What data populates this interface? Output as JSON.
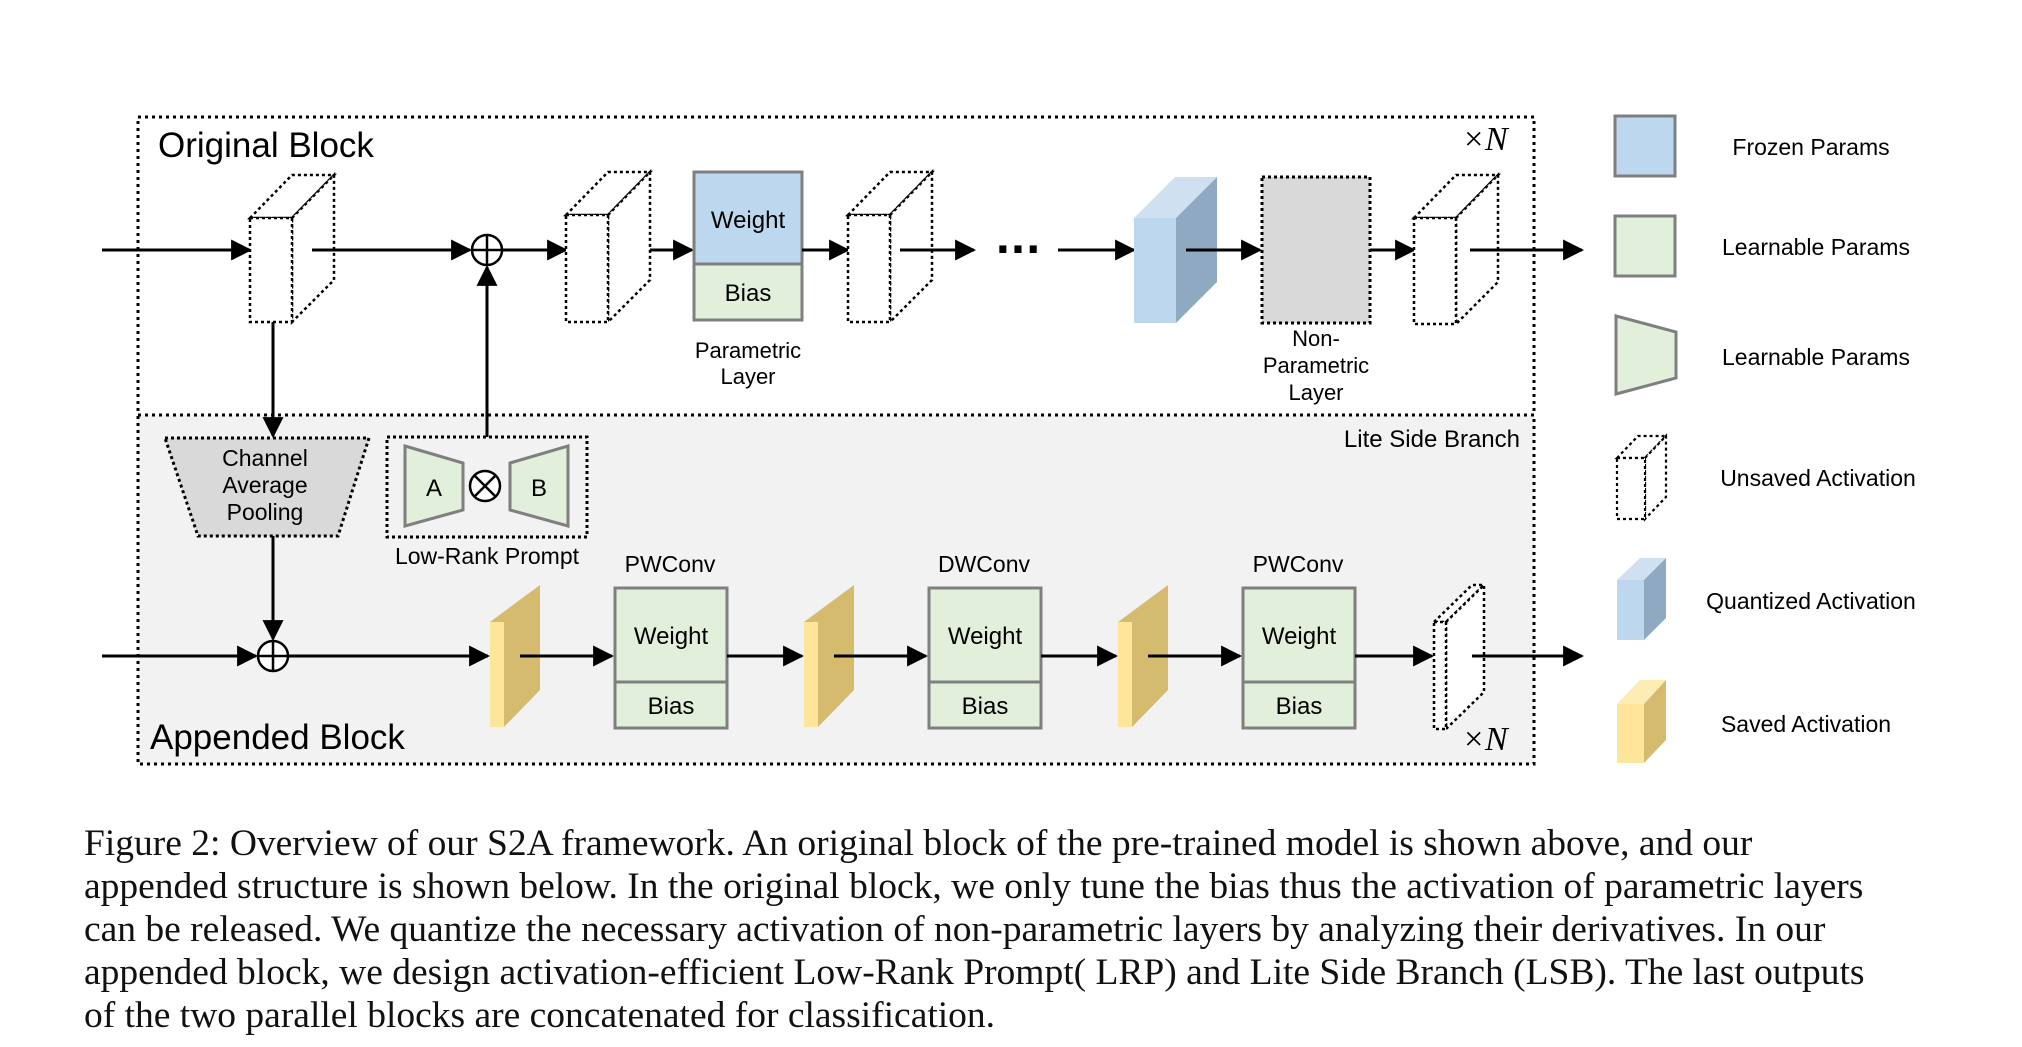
{
  "diagram": {
    "original_block": {
      "title": "Original Block",
      "repeat": "×N",
      "param_layer": {
        "weight": "Weight",
        "bias": "Bias",
        "label_l1": "Parametric",
        "label_l2": "Layer"
      },
      "nonparam_layer": {
        "label_l1": "Non-",
        "label_l2": "Parametric",
        "label_l3": "Layer"
      },
      "ellipsis": "···"
    },
    "appended_block": {
      "title": "Appended Block",
      "repeat": "×N",
      "branch_label": "Lite Side Branch",
      "pooling": {
        "l1": "Channel",
        "l2": "Average",
        "l3": "Pooling"
      },
      "lrp": {
        "a": "A",
        "b": "B",
        "label": "Low-Rank Prompt"
      },
      "convs": [
        {
          "name": "PWConv",
          "weight": "Weight",
          "bias": "Bias"
        },
        {
          "name": "DWConv",
          "weight": "Weight",
          "bias": "Bias"
        },
        {
          "name": "PWConv",
          "weight": "Weight",
          "bias": "Bias"
        }
      ]
    },
    "legend": [
      {
        "label": "Frozen Params"
      },
      {
        "label": "Learnable Params"
      },
      {
        "label": "Learnable Params"
      },
      {
        "label": "Unsaved Activation"
      },
      {
        "label": "Quantized Activation"
      },
      {
        "label": "Saved Activation"
      }
    ],
    "colors": {
      "frozen": "#bdd7ee",
      "learnable": "#e2efda",
      "saved": "#fde599",
      "saved_side": "#d4bb6e",
      "quantized_side": "#8ea9c1",
      "nonparam": "#d9d9d9",
      "branch_bg": "#f2f2f2",
      "pooling_bg": "#d9d9d9"
    }
  },
  "caption": {
    "lines": [
      "Figure 2: Overview of our S2A framework. An original block of the pre-trained model is shown above, and our",
      "appended structure is shown below. In the original block, we only tune the bias thus the activation of parametric layers",
      "can be released. We quantize the necessary activation of non-parametric layers by analyzing their derivatives. In our",
      "appended block, we design activation-efficient Low-Rank Prompt( LRP) and Lite Side Branch (LSB). The last outputs",
      "of the two parallel blocks are concatenated for classification."
    ]
  }
}
